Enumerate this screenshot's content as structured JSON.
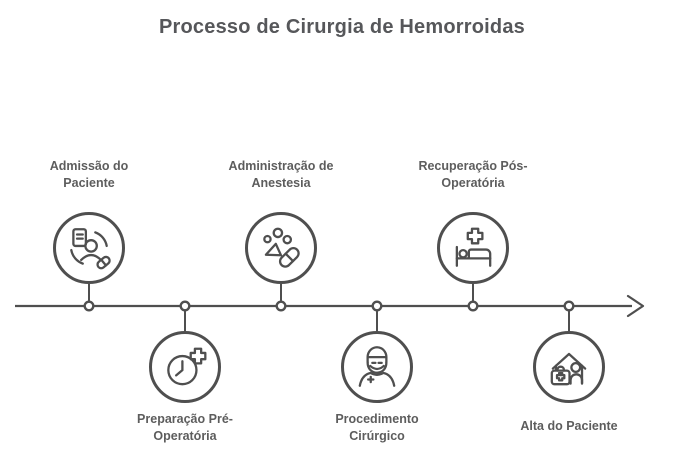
{
  "title": "Processo de Cirurgia de Hemorroidas",
  "colors": {
    "background": "#ffffff",
    "title_text": "#56575a",
    "label_text": "#5d5d5d",
    "line_stroke": "#4f4f4f",
    "node_fill": "#ffffff"
  },
  "timeline": {
    "direction": "left-to-right",
    "arrow": "right-chevron"
  },
  "steps": [
    {
      "label": "Admissão do Paciente",
      "icon": "patient-admission-icon",
      "position": "above"
    },
    {
      "label": "Preparação Pré-Operatória",
      "icon": "preop-clock-plus-icon",
      "position": "below"
    },
    {
      "label": "Administração de Anestesia",
      "icon": "anesthesia-pill-icon",
      "position": "above"
    },
    {
      "label": "Procedimento Cirúrgico",
      "icon": "surgeon-icon",
      "position": "below"
    },
    {
      "label": "Recuperação Pós-Operatória",
      "icon": "recovery-bed-icon",
      "position": "above"
    },
    {
      "label": "Alta do Paciente",
      "icon": "discharge-home-icon",
      "position": "below"
    }
  ]
}
